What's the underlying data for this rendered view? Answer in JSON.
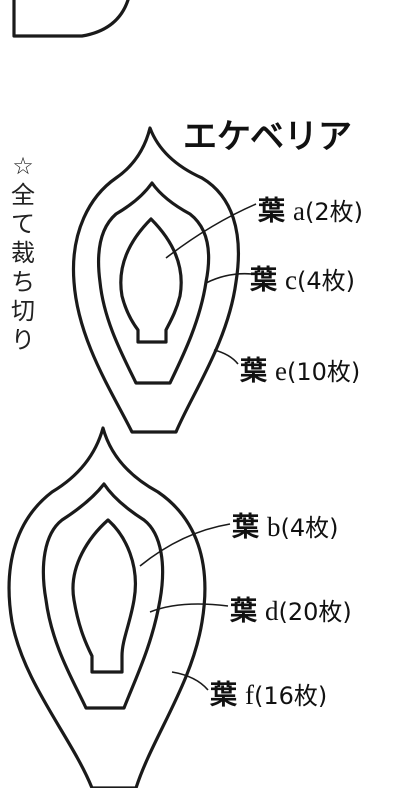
{
  "title": "エケベリア",
  "note": "☆全て裁ち切り",
  "groups": [
    {
      "id": "top",
      "labels": [
        {
          "kanji": "葉",
          "letter": "a",
          "count": "(2枚)"
        },
        {
          "kanji": "葉",
          "letter": "c",
          "count": "(4枚)"
        },
        {
          "kanji": "葉",
          "letter": "e",
          "count": "(10枚)"
        }
      ]
    },
    {
      "id": "bottom",
      "labels": [
        {
          "kanji": "葉",
          "letter": "b",
          "count": "(4枚)"
        },
        {
          "kanji": "葉",
          "letter": "d",
          "count": "(20枚)"
        },
        {
          "kanji": "葉",
          "letter": "f",
          "count": "(16枚)"
        }
      ]
    }
  ],
  "colors": {
    "line": "#1a1a1a",
    "text": "#111111"
  }
}
